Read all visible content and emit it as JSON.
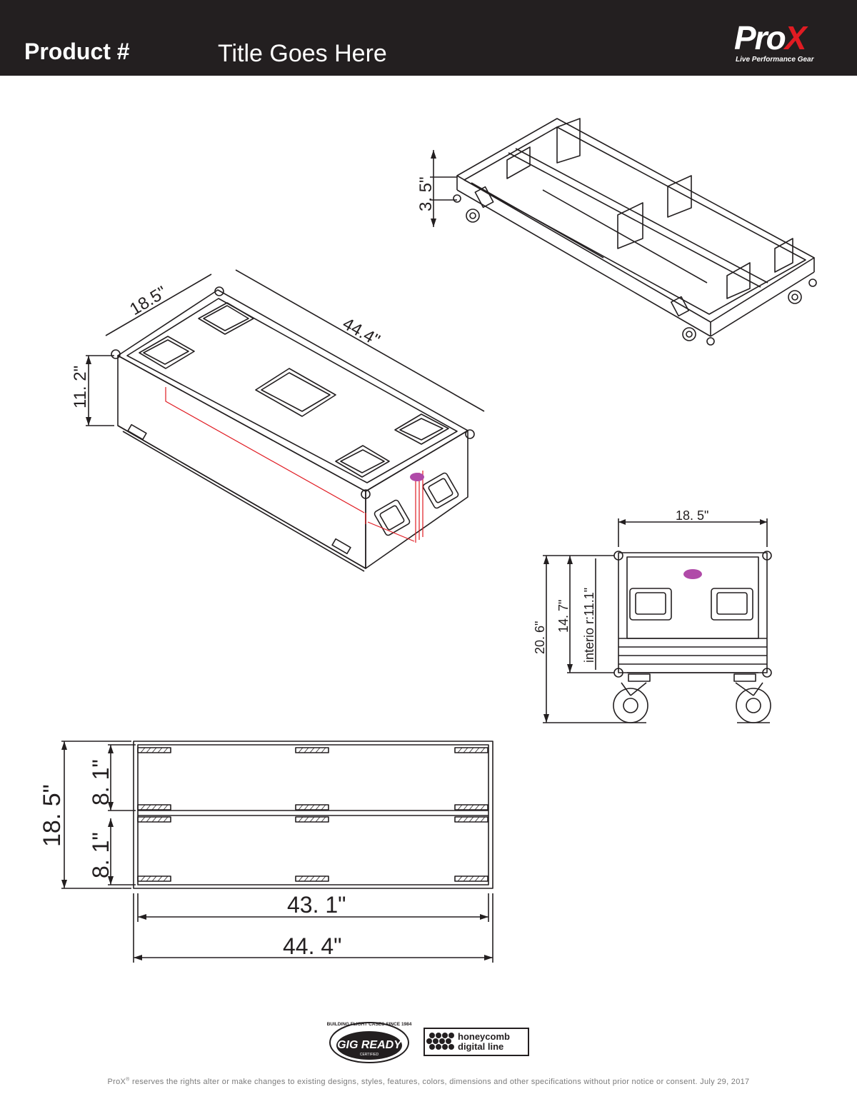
{
  "header": {
    "product_label": "Product #",
    "title": "Title Goes Here",
    "logo": {
      "name_pro": "Pro",
      "name_x": "X",
      "tagline": "Live Performance Gear",
      "accent_color": "#e01b22"
    },
    "background_color": "#231f20"
  },
  "dimensions": {
    "top_view_height": "3. 5\"",
    "iso_width": "18.5\"",
    "iso_length": "44.4\"",
    "iso_height": "11. 2\"",
    "side_width": "18. 5\"",
    "side_total_height": "20. 6\"",
    "side_case_height": "14. 7\"",
    "side_interior": "interio  r:11.1\"",
    "plan_depth": "18. 5\"",
    "plan_upper_compartment": "8. 1\"",
    "plan_lower_compartment": "8. 1\"",
    "plan_inner_length": "43. 1\"",
    "plan_outer_length": "44. 4\""
  },
  "badges": {
    "gig_ready_arc": "BUILDING FLIGHT CASES SINCE 1984",
    "gig_ready_main": "GIG READY",
    "gig_ready_sub": "CERTIFIED",
    "honeycomb_line1": "honeycomb",
    "honeycomb_line2": "digital line"
  },
  "footer": {
    "brand": "ProX",
    "registered": "®",
    "text": " reserves the rights alter or make changes to existing designs, styles, features, colors, dimensions and other specifications without prior notice or consent. July 29, 2017"
  }
}
